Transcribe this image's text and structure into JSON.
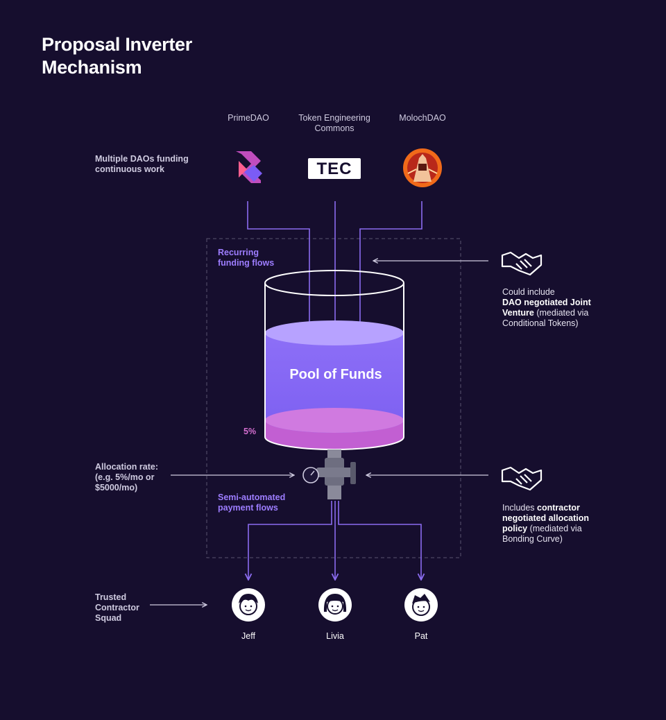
{
  "title": "Proposal Inverter Mechanism",
  "daos": [
    {
      "name": "PrimeDAO",
      "logo": "primedao-logo"
    },
    {
      "name": "Token Engineering Commons",
      "logo": "tec-logo",
      "logo_text": "TEC"
    },
    {
      "name": "MolochDAO",
      "logo": "molochdao-logo"
    }
  ],
  "labels": {
    "multiple_daos": "Multiple DAOs funding continuous work",
    "recurring": "Recurring funding flows",
    "pool": "Pool of Funds",
    "percent": "5%",
    "allocation": "Allocation rate: (e.g. 5%/mo or $5000/mo)",
    "semi_auto": "Semi-automated payment flows",
    "squad": "Trusted Contractor Squad"
  },
  "notes": {
    "joint_venture": {
      "prefix": "Could include",
      "bold": "DAO negotiated Joint Venture",
      "suffix": "(mediated via Conditional Tokens)"
    },
    "allocation_policy": {
      "prefix": "Includes",
      "bold": "contractor negotiated allocation policy",
      "suffix": "(mediated via Bonding Curve)"
    }
  },
  "contractors": [
    {
      "name": "Jeff"
    },
    {
      "name": "Livia"
    },
    {
      "name": "Pat"
    }
  ],
  "colors": {
    "background": "#160e2e",
    "arrow": "#8b6cf0",
    "liquid": "#8a6bf5",
    "liquid_bottom": "#c25fd2",
    "text": "#cfcbe0"
  }
}
